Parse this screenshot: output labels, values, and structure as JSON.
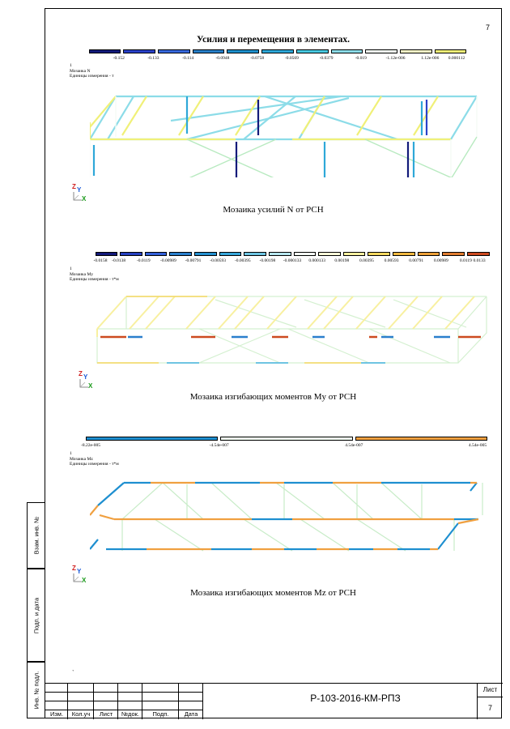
{
  "page_number": "7",
  "title": "Усилия и перемещения в элементах.",
  "sections": [
    {
      "id": "n",
      "ticks": [
        "-0.152",
        "-0.133",
        "-0.114",
        "-0.0948",
        "-0.0758",
        "-0.0569",
        "-0.0379",
        "-0.019",
        "-1.12e-006",
        "1.12e-006",
        "0.000112"
      ],
      "colors": [
        "#131a7a",
        "#2a41c8",
        "#3768dc",
        "#2880c8",
        "#1e90cc",
        "#2ea8d8",
        "#48c8e0",
        "#8cdce8",
        "#f4fbf4",
        "#fafac8",
        "#f0f078"
      ],
      "meta": [
        "1",
        "Мозаика N",
        "Единицы измерения - т"
      ],
      "caption": "Мозаика усилий N от РСН"
    },
    {
      "id": "my",
      "ticks": [
        "-0.0158",
        "-0.0138",
        "-0.0119",
        "-0.00989",
        "-0.00791",
        "-0.00593",
        "-0.00395",
        "-0.00198",
        "-0.000133",
        "0.000133",
        "0.00198",
        "0.00395",
        "0.00593",
        "0.00791",
        "0.00989",
        "0.0119",
        "0.0133"
      ],
      "colors": [
        "#131a7a",
        "#2640c0",
        "#3360d8",
        "#2a7fcc",
        "#2590cf",
        "#37a6d9",
        "#6ec4e2",
        "#b6e6ee",
        "#f4fbf4",
        "#fcfad8",
        "#f8f0a0",
        "#f4d860",
        "#f0b840",
        "#eca038",
        "#e07c30",
        "#cc4a20"
      ],
      "meta": [
        "1",
        "Мозаика My",
        "Единицы измерения - т*м"
      ],
      "caption": "Мозаика изгибающих моментов My от РСН"
    },
    {
      "id": "mz",
      "ticks": [
        "-8.22e-005",
        "-4.54e-007",
        "4.54e-007",
        "4.54e-005"
      ],
      "colors": [
        "#1e8fd0",
        "#eefaee",
        "#f0a040"
      ],
      "meta": [
        "1",
        "Мозаика Mz",
        "Единицы измерения - т*м"
      ],
      "caption": "Мозаика изгибающих моментов Mz от РСН"
    }
  ],
  "axes": {
    "z": "Z",
    "y": "Y",
    "x": "X"
  },
  "dot": "`",
  "stamp": {
    "headers": [
      "Изм.",
      "Кол.уч",
      "Лист",
      "№док.",
      "Подп.",
      "Дата"
    ],
    "doc_code": "Р-103-2016-КМ-РПЗ",
    "sheet_label": "Лист",
    "sheet_number": "7"
  },
  "side_labels": [
    "Взам. инв. №",
    "Подп. и дата",
    "Инв. № подл."
  ]
}
